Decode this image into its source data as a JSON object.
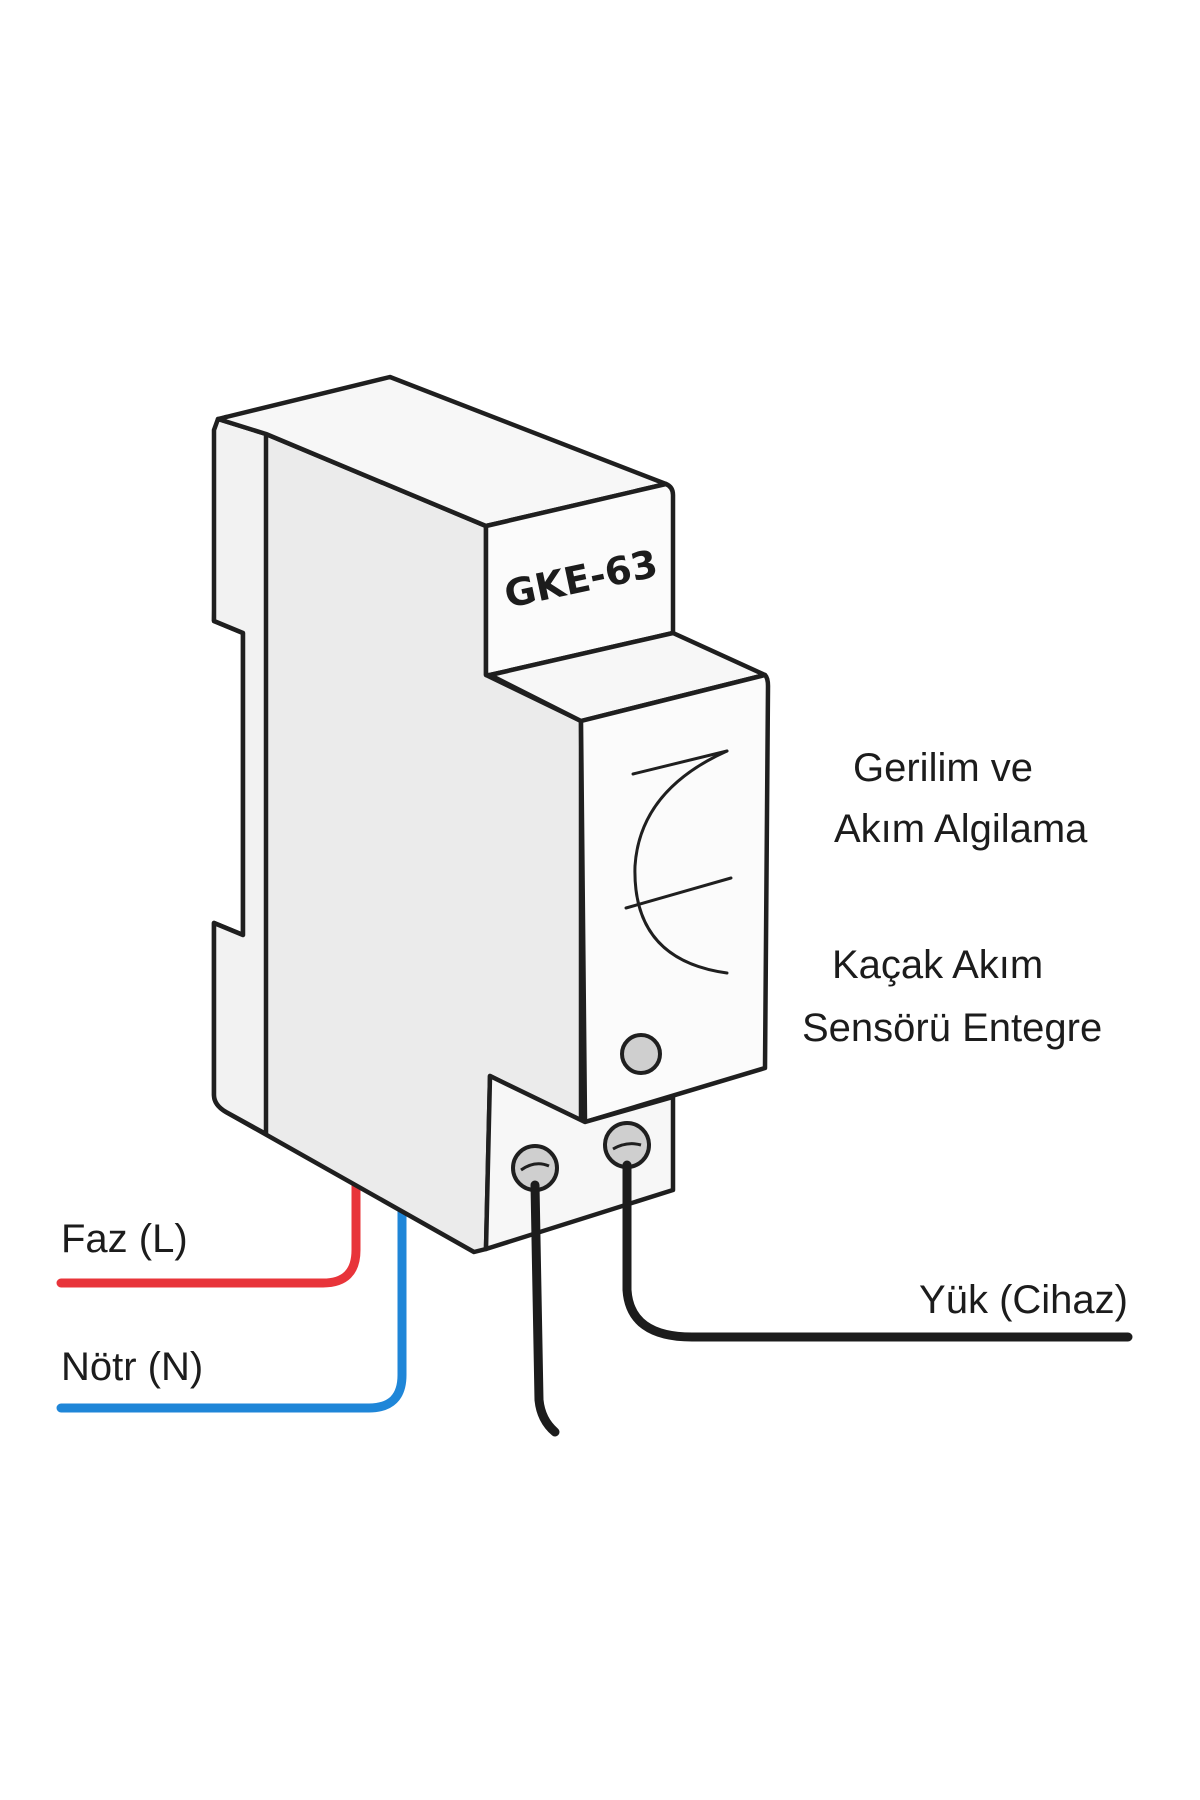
{
  "device": {
    "model_label": "GKE-63"
  },
  "labels": {
    "feature_1_line_1": "Gerilim ve",
    "feature_1_line_2": "Akım Algilama",
    "feature_2_line_1": "Kaçak Akım",
    "feature_2_line_2": "Sensörü Entegre",
    "phase": "Faz (L)",
    "neutral": "Nötr (N)",
    "load": "Yük (Cihaz)"
  },
  "colors": {
    "phase_wire": "#e8343a",
    "neutral_wire": "#1f86d8",
    "load_wire": "#1c1c1c",
    "outline": "#1f1f1f"
  }
}
